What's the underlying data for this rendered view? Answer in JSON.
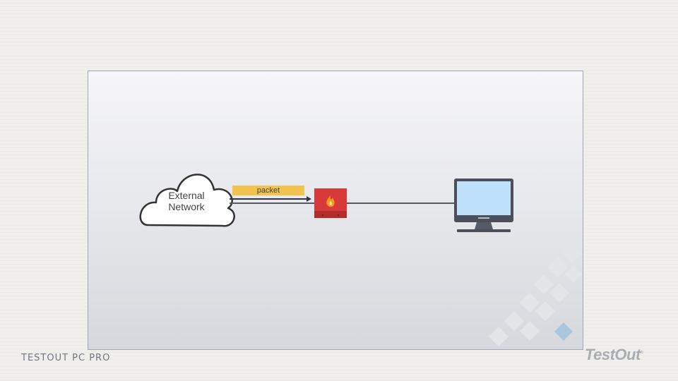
{
  "diagram": {
    "cloud_label": "External\nNetwork",
    "packet_label": "packet"
  },
  "footer": {
    "course": "TESTOUT PC PRO",
    "logo": "TestOut"
  },
  "icons": {
    "firewall": "firewall-flame-icon",
    "computer": "desktop-monitor-icon",
    "cloud": "cloud-icon"
  },
  "colors": {
    "packet": "#f2c44d",
    "firewall": "#d83a3a",
    "screen": "#bfe1fb"
  }
}
